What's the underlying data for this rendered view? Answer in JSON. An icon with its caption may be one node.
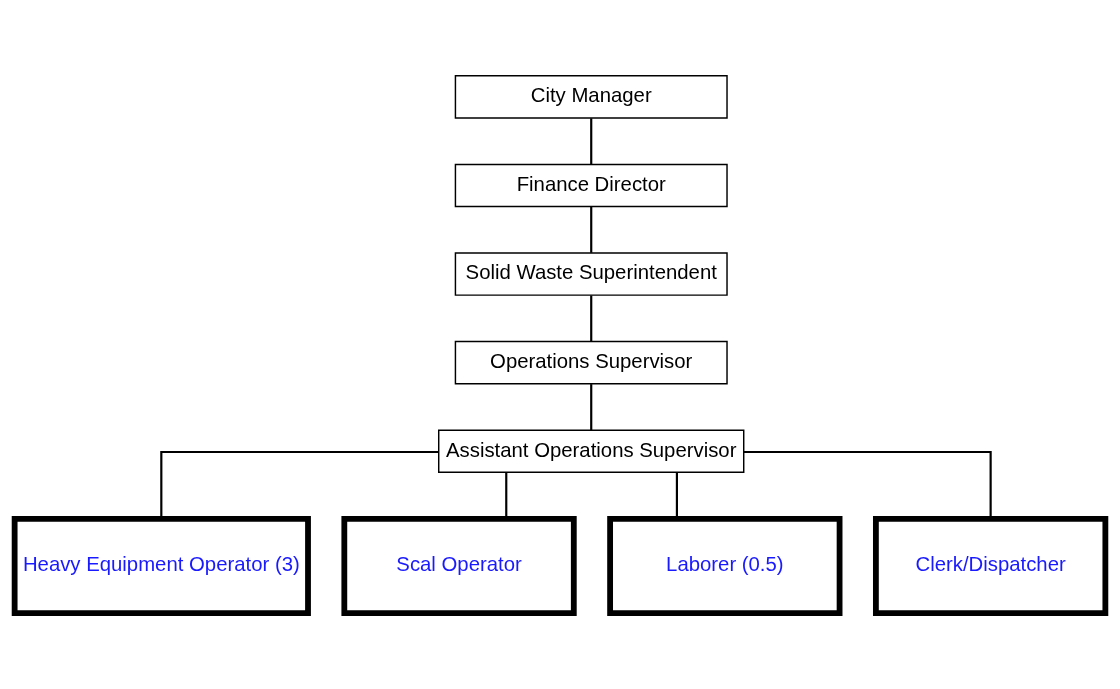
{
  "diagram": {
    "nodes": [
      {
        "text": [
          "City Manager"
        ]
      },
      {
        "text": [
          "Finance Director"
        ]
      },
      {
        "text": [
          "Solid Waste Superintendent"
        ]
      },
      {
        "text": [
          "Operations Supervisor"
        ]
      },
      {
        "text": [
          "Assistant Operations Supervisor"
        ]
      },
      {
        "text": [
          "Heavy Equipment Operator (3)"
        ]
      },
      {
        "text": [
          "Scal Operator"
        ]
      },
      {
        "text": [
          "Laborer (0.5)"
        ]
      },
      {
        "text": [
          "Clerk/Dispatcher"
        ]
      }
    ],
    "edges": [
      {
        "from": 0,
        "to": 1,
        "arrow": "none"
      },
      {
        "from": 1,
        "to": 2,
        "arrow": "none"
      },
      {
        "from": 2,
        "to": 3,
        "arrow": "none"
      },
      {
        "from": 3,
        "to": 4,
        "arrow": "none"
      },
      {
        "from": 4,
        "to": 5,
        "arrow": "none"
      },
      {
        "from": 4,
        "to": 6,
        "arrow": "none"
      },
      {
        "from": 4,
        "to": 7,
        "arrow": "none"
      },
      {
        "from": 4,
        "to": 8,
        "arrow": "none"
      }
    ]
  }
}
